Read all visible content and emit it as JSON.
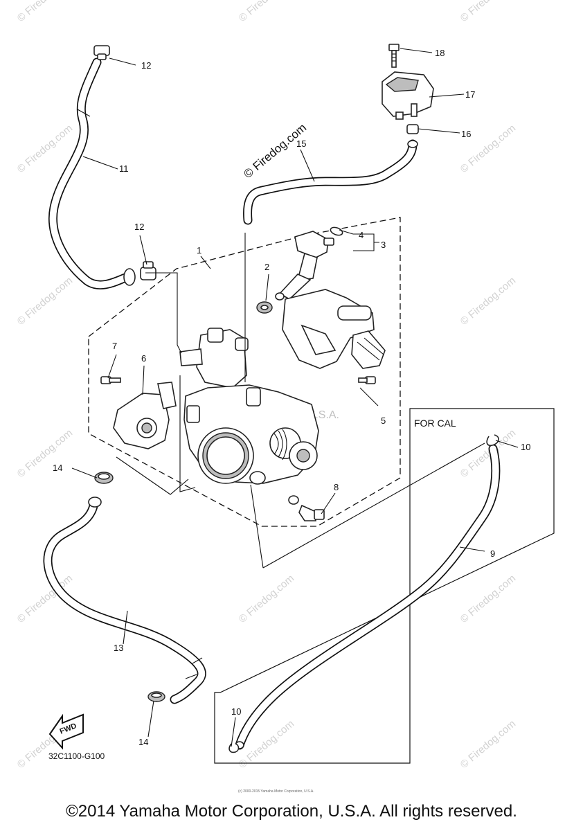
{
  "diagram": {
    "callouts": {
      "c1": "1",
      "c2": "2",
      "c3": "3",
      "c4": "4",
      "c5": "5",
      "c6": "6",
      "c7": "7",
      "c8": "8",
      "c9": "9",
      "c10a": "10",
      "c10b": "10",
      "c11": "11",
      "c12a": "12",
      "c12b": "12",
      "c13": "13",
      "c14a": "14",
      "c14b": "14",
      "c15": "15",
      "c16": "16",
      "c17": "17",
      "c18": "18"
    },
    "inset_label": "FOR CAL",
    "fwd_label": "FWD",
    "diagram_code": "32C1100-G100",
    "watermarks": {
      "firedog": "© Firedog.com",
      "corp": "Yamaha Motor Corp, U.S.A."
    },
    "fine_print": "(c) 2000-2015 Yamaha Motor Corporation, U.S.A."
  },
  "footer": {
    "copyright": "©2014 Yamaha Motor Corporation, U.S.A. All rights reserved."
  }
}
